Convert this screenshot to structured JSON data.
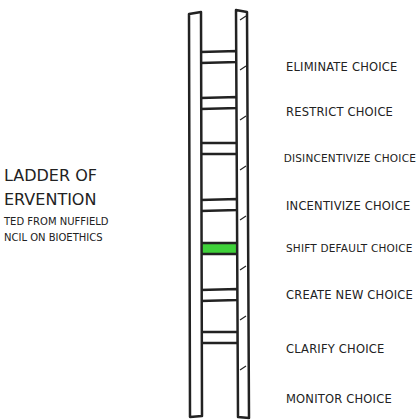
{
  "diagram": {
    "title": "LADDER OF ERVENTION",
    "labels": [
      "TED FROM NUFFIELD NCIL ON BIOETHICS",
      "ELIMINATE CHOICE",
      "RESTRICT CHOICE",
      "DISINCENTIVIZE CHOICE",
      "INCENTIVIZE CHOICE",
      "SHIFT DEFAULT CHOICE",
      "CREATE NEW CHOICE",
      "CLARIFY CHOICE",
      "MONITOR CHOICE"
    ]
  }
}
